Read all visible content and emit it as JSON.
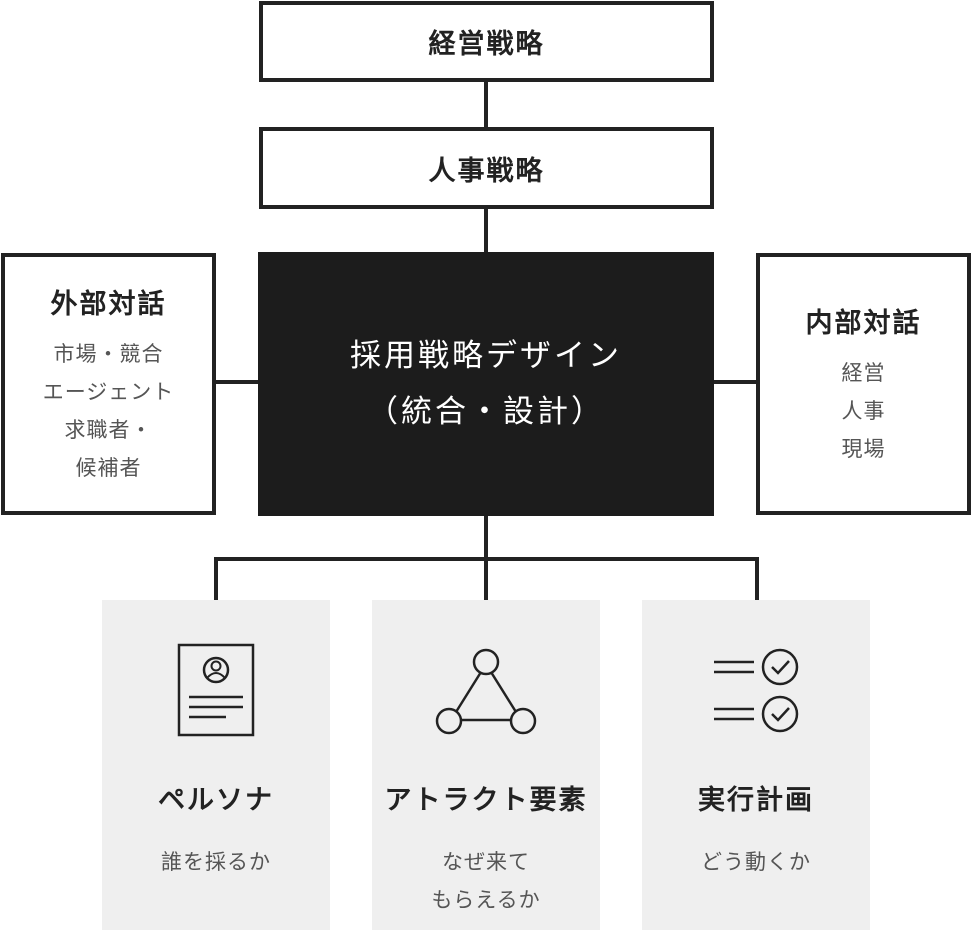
{
  "top_boxes": {
    "management": "経営戦略",
    "hr": "人事戦略"
  },
  "external": {
    "title": "外部対話",
    "lines": [
      "市場・競合",
      "エージェント",
      "求職者・",
      "候補者"
    ]
  },
  "internal": {
    "title": "内部対話",
    "lines": [
      "経営",
      "人事",
      "現場"
    ]
  },
  "center": {
    "line1": "採用戦略デザイン",
    "line2": "（統合・設計）"
  },
  "cards": [
    {
      "icon": "persona-document-icon",
      "title": "ペルソナ",
      "sub": [
        "誰を採るか"
      ]
    },
    {
      "icon": "triangle-network-icon",
      "title": "アトラクト要素",
      "sub": [
        "なぜ来て",
        "もらえるか"
      ]
    },
    {
      "icon": "checklist-icon",
      "title": "実行計画",
      "sub": [
        "どう動くか"
      ]
    }
  ]
}
